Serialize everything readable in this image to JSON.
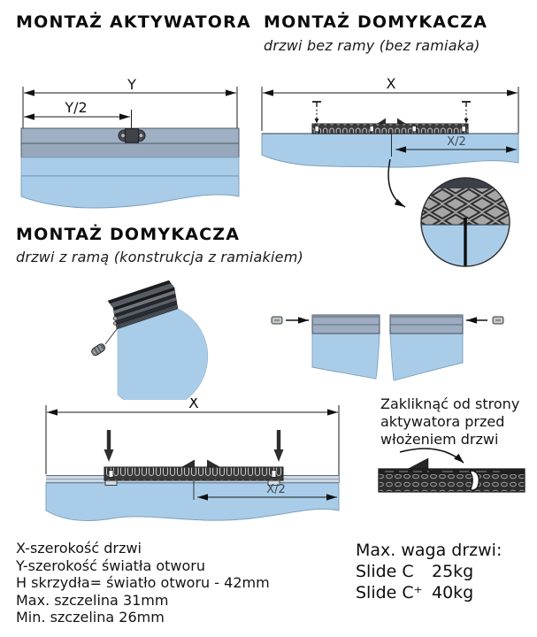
{
  "colors": {
    "door_fill": "#a9cde9",
    "rail_fill": "#9dacc0",
    "rack_fill": "#3a3a3a",
    "outline": "#1a1a1a"
  },
  "sections": {
    "activator": {
      "title": "MONTAŻ AKTYWATORA",
      "dims": {
        "full": "Y",
        "half": "Y/2"
      }
    },
    "closer_frameless": {
      "title": "MONTAŻ DOMYKACZA",
      "subtitle": "drzwi bez ramy (bez ramiaka)",
      "dims": {
        "full": "X",
        "half": "X/2"
      }
    },
    "closer_framed": {
      "title": "MONTAŻ DOMYKACZA",
      "subtitle": "drzwi z ramą (konstrukcja z ramiakiem)",
      "dims": {
        "full": "X",
        "half": "X/2"
      }
    },
    "click_note": {
      "lines": [
        "Zakliknąć od strony",
        "aktywatora przed",
        "włożeniem drzwi"
      ]
    }
  },
  "legend": {
    "lines": [
      "X-szerokość drzwi",
      "Y-szerokość światła otworu",
      "H skrzydła= światło otworu - 42mm",
      "Max. szczelina 31mm",
      "Min. szczelina 26mm"
    ]
  },
  "weights": {
    "title": "Max. waga drzwi:",
    "rows": [
      {
        "model": "Slide C",
        "value": "25kg"
      },
      {
        "model": "Slide C⁺",
        "value": "40kg"
      }
    ]
  }
}
